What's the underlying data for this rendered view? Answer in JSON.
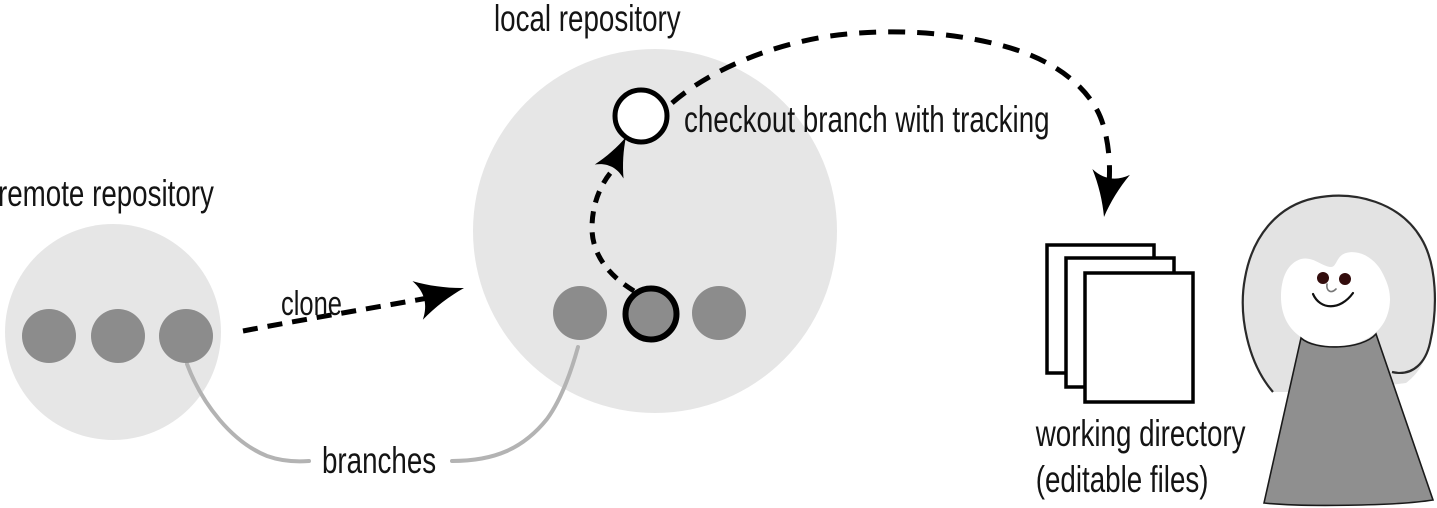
{
  "nodes": {
    "remote_repository": {
      "label": "remote repository",
      "branch_dot_count": 3
    },
    "local_repository": {
      "label": "local repository",
      "branch_dot_count": 3,
      "has_tracking_branch_node": true
    },
    "working_directory": {
      "label": "working directory",
      "sublabel": "(editable files)",
      "page_count": 3
    }
  },
  "edges": [
    {
      "id": "clone",
      "label": "clone",
      "style": "dashed-arrow",
      "from": "remote_repository",
      "to": "local_repository"
    },
    {
      "id": "checkout_tracking",
      "label": "checkout branch with tracking",
      "style": "dashed-arrow",
      "from": "local_branch_dot",
      "to": "tracking_branch_node"
    },
    {
      "id": "to_working_directory",
      "label": "",
      "style": "dashed-arrow",
      "from": "tracking_branch_node",
      "to": "working_directory"
    },
    {
      "id": "branches_callout",
      "label": "branches",
      "style": "leader-line",
      "from": "remote_branch_dot",
      "to": "local_branch_dot"
    }
  ],
  "icons": [
    "documents-stack-icon",
    "person-icon"
  ],
  "colors": {
    "circle_fill": "#e6e6e6",
    "dot_fill": "#8c8c8c",
    "node_outline": "#000000",
    "arrow": "#000000",
    "leader": "#b3b3b3",
    "text": "#141414",
    "page_fill": "#ffffff",
    "hair": "#e3e3e3",
    "hair_outline": "#2a2a2a",
    "dress": "#8f8f8f",
    "eye": "#330d0d"
  }
}
